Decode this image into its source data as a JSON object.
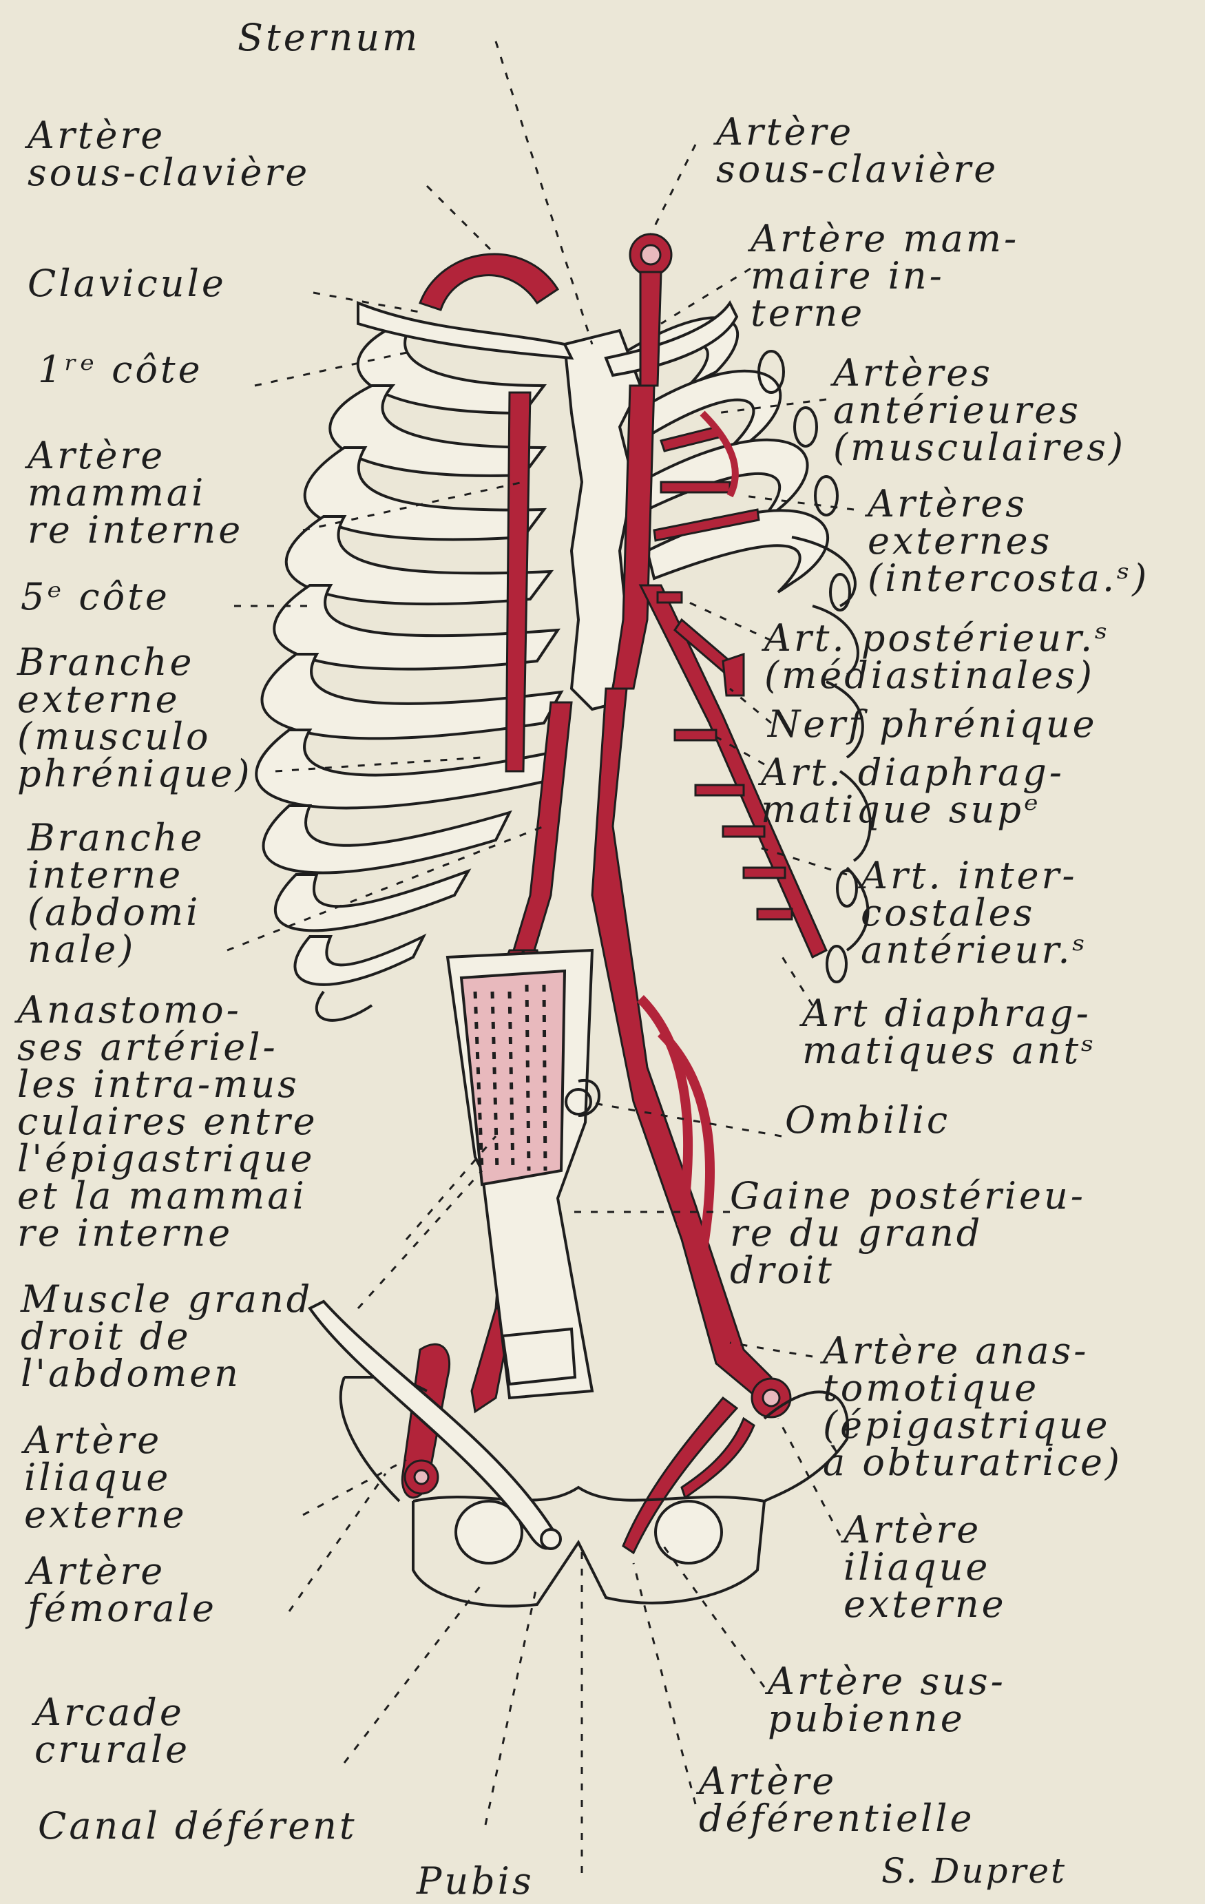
{
  "colors": {
    "paper": "#ebe7d7",
    "ink": "#1e1e1e",
    "artery": "#b2243a",
    "muscle": "#e8b9bd"
  },
  "labels": {
    "sternum": "Sternum",
    "subclavian_left": "Artère\nsous-clavière",
    "subclavian_right": "Artère\nsous-clavière",
    "clavicle": "Clavicule",
    "first_rib": "1ʳᵉ côte",
    "internal_mammary_left": "Artère\nmammai\nre interne",
    "fifth_rib": "5ᵉ côte",
    "external_branch": "Branche\nexterne\n(musculo\nphrénique)",
    "internal_branch": "Branche\ninterne\n(abdomi\nnale)",
    "anastomoses": "Anastomo-\nses artériel-\nles intra-mus\nculaires entre\nl'épigastrique\net la mammai\nre interne",
    "rectus_muscle": "Muscle grand\ndroit de\nl'abdomen",
    "external_iliac_left": "Artère\niliaque\nexterne",
    "femoral_artery": "Artère\nfémorale",
    "inguinal_ligament": "Arcade\ncrurale",
    "vas_deferens": "Canal déférent",
    "pubis": "Pubis",
    "internal_mammary_right": "Artère mam-\nmaire in-\nterne",
    "anterior_arteries": "Artères\nantérieures\n(musculaires)",
    "external_arteries": "Artères\nexternes\n(intercosta.ˢ)",
    "posterior_arteries": "Art. postérieur.ˢ\n(médiastinales)",
    "phrenic_nerve": "Nerf phrénique",
    "superior_diaphragmatic": "Art. diaphrag-\nmatique supᵉ",
    "anterior_intercostal": "Art. inter-\ncostales\nantérieur.ˢ",
    "anterior_diaphragmatic": "Art diaphrag-\nmatiques antˢ",
    "umbilicus": "Ombilic",
    "posterior_sheath": "Gaine postérieu-\nre du grand\ndroit",
    "anastomotic_artery": "Artère anas-\ntomotique\n(épigastrique\nà obturatrice)",
    "external_iliac_right": "Artère\niliaque\nexterne",
    "suprapubic_artery": "Artère sus-\npubienne",
    "deferential_artery": "Artère\ndéférentielle",
    "signature": "S. Dupret"
  }
}
